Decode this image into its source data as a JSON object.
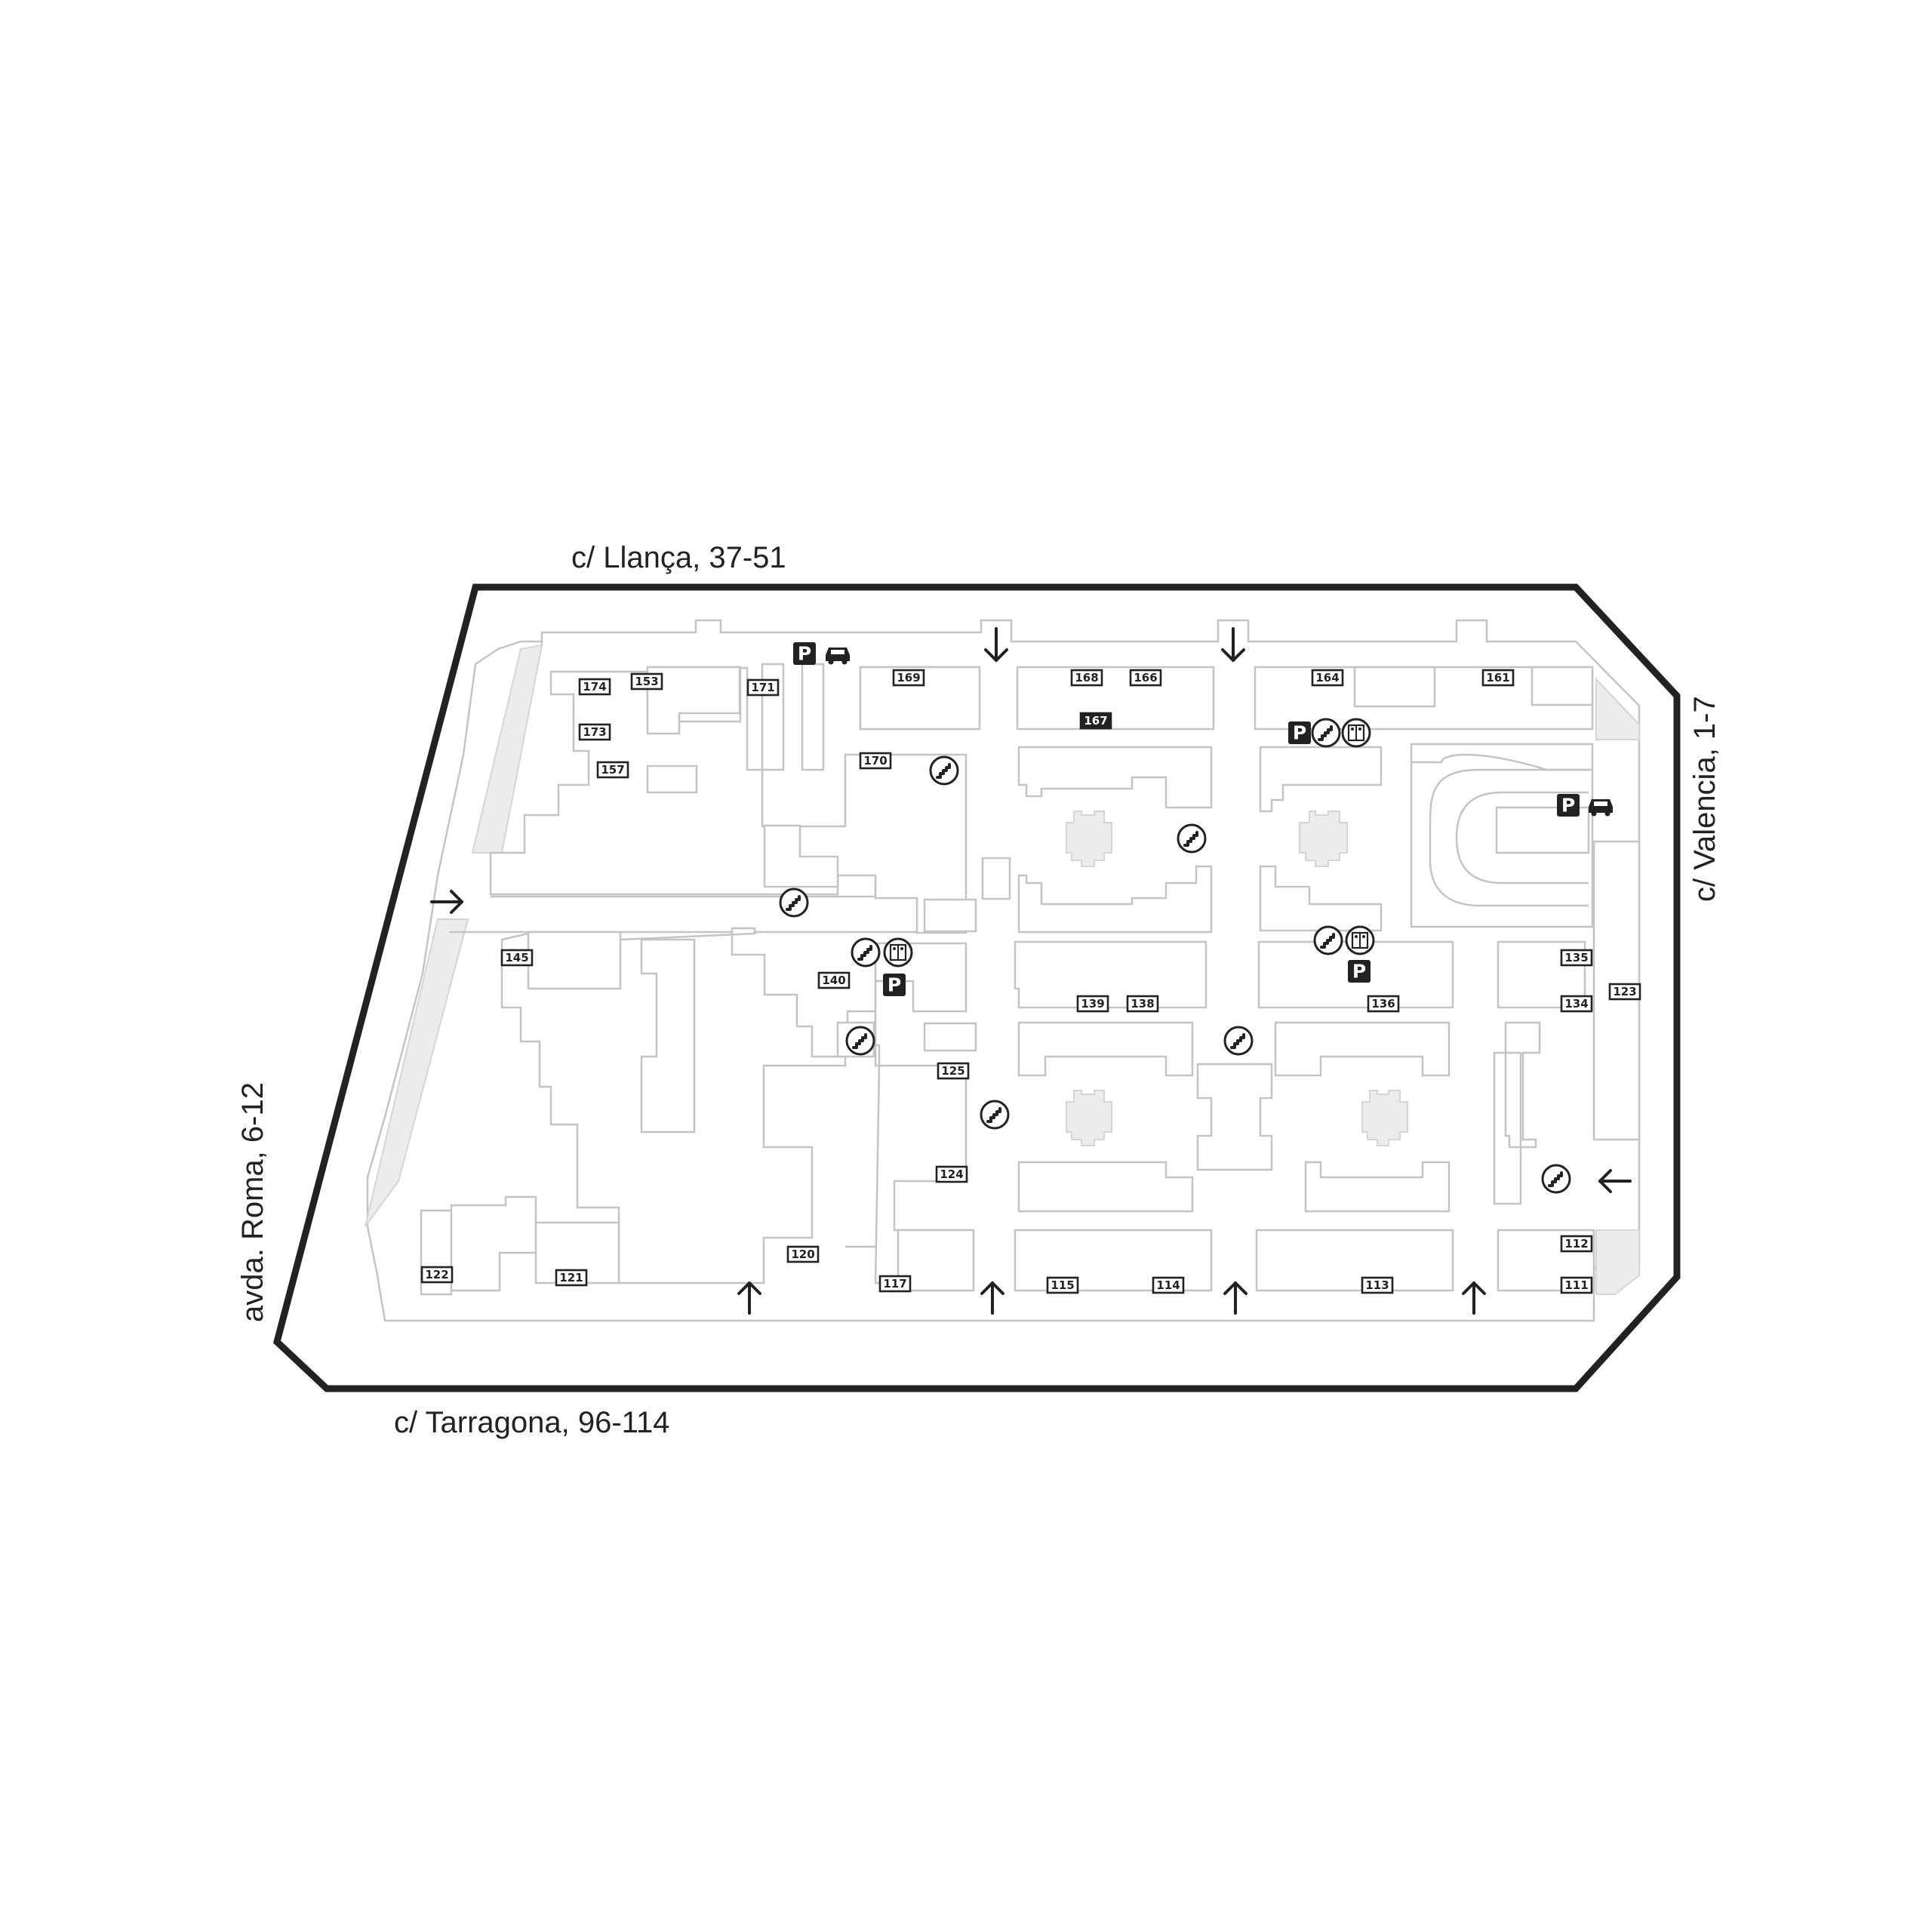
{
  "streets": {
    "north": "c/ Llança, 37-51",
    "east": "c/ Valencia, 1-7",
    "south": "c/ Tarragona, 96-114",
    "west": "avda. Roma, 6-12"
  },
  "units": [
    {
      "label": "174"
    },
    {
      "label": "153"
    },
    {
      "label": "171"
    },
    {
      "label": "173"
    },
    {
      "label": "157"
    },
    {
      "label": "169"
    },
    {
      "label": "170"
    },
    {
      "label": "168"
    },
    {
      "label": "166"
    },
    {
      "label": "167",
      "highlighted": true
    },
    {
      "label": "164"
    },
    {
      "label": "161"
    },
    {
      "label": "145"
    },
    {
      "label": "140"
    },
    {
      "label": "139"
    },
    {
      "label": "138"
    },
    {
      "label": "136"
    },
    {
      "label": "135"
    },
    {
      "label": "134"
    },
    {
      "label": "123"
    },
    {
      "label": "125"
    },
    {
      "label": "124"
    },
    {
      "label": "122"
    },
    {
      "label": "121"
    },
    {
      "label": "120"
    },
    {
      "label": "117"
    },
    {
      "label": "115"
    },
    {
      "label": "114"
    },
    {
      "label": "113"
    },
    {
      "label": "112"
    },
    {
      "label": "111"
    }
  ],
  "icons": {
    "parking_letter": "P",
    "entrance": "arrow-icon",
    "stairs": "stairs-icon",
    "restrooms": "restroom-icon",
    "car": "car-icon"
  }
}
